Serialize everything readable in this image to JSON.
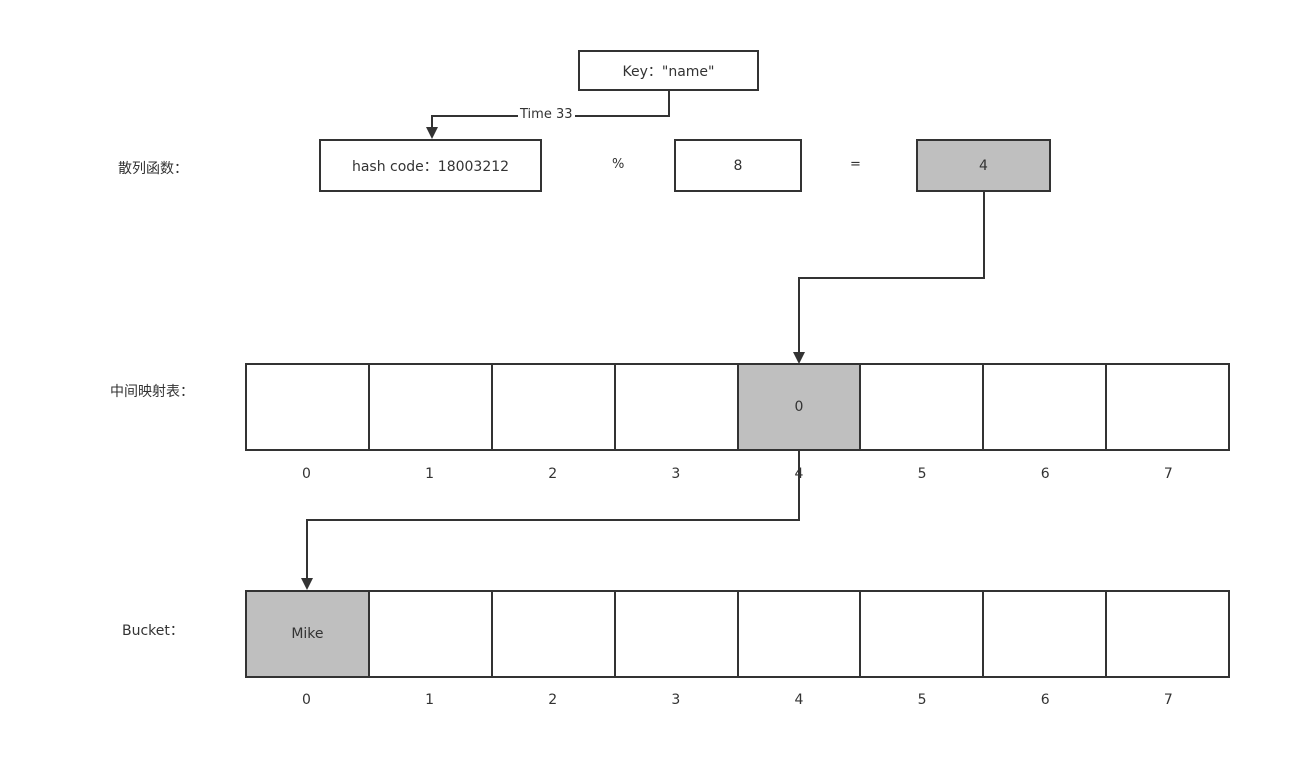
{
  "labels": {
    "hash_function": "散列函数：",
    "mapping_table": "中间映射表：",
    "bucket": "Bucket："
  },
  "key_box": "Key：\"name\"",
  "edge_label": "Time 33",
  "hash_code": "hash code：18003212",
  "mod_op": "%",
  "mod_value": "8",
  "eq_op": "=",
  "result": "4",
  "mapping_cells": [
    "",
    "",
    "",
    "",
    "0",
    "",
    "",
    ""
  ],
  "mapping_indices": [
    "0",
    "1",
    "2",
    "3",
    "4",
    "5",
    "6",
    "7"
  ],
  "mapping_highlight": 4,
  "bucket_cells": [
    "Mike",
    "",
    "",
    "",
    "",
    "",
    "",
    ""
  ],
  "bucket_indices": [
    "0",
    "1",
    "2",
    "3",
    "4",
    "5",
    "6",
    "7"
  ],
  "bucket_highlight": 0,
  "colors": {
    "stroke": "#333333",
    "highlight": "#bfbfbf",
    "background": "#ffffff"
  }
}
